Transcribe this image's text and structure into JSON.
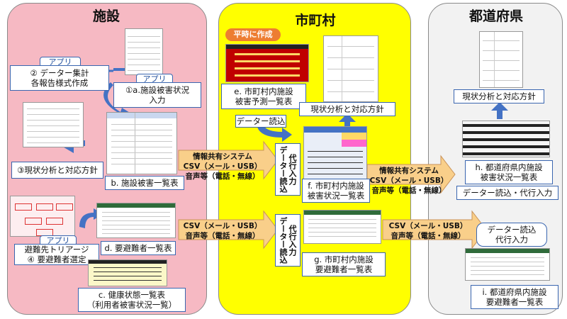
{
  "regions": {
    "facility": "施設",
    "municipality": "市町村",
    "prefecture": "都道府県"
  },
  "facility": {
    "app_tag_1": "アプリ",
    "app_tag_2": "アプリ",
    "app_tag_3": "アプリ",
    "data_aggregate": "② データー集計\n各報告様式作成",
    "damage_input": "①a.施設被害状況\n入力",
    "analysis": "③現状分析と対応方針",
    "damage_list": "b. 施設被害一覧表",
    "triage": "避難先トリアージ\n④ 要避難者選定",
    "evacuee_list": "d. 要避難者一覧表",
    "health_list": "c. 健康状態一覧表\n（利用者被害状況一覧）"
  },
  "municipality": {
    "peacetime_badge": "平時に作成",
    "prediction_list": "e. 市町村内施設\n被害予測一覧表",
    "data_read": "データー読込",
    "analysis": "現状分析と対応方針",
    "damage_summary": "f. 市町村内施設\n被害状況一覧表",
    "evacuee_summary": "g. 市町村内施設\n要避難者一覧表"
  },
  "prefecture": {
    "analysis": "現状分析と対応方針",
    "damage_summary": "h. 都道府県内施設\n被害状況一覧表",
    "read_input": "データー読込・代行入力",
    "read_input_2": "データー読込\n代行入力",
    "evacuee_summary": "i. 都道府県内施設\n要避難者一覧表"
  },
  "arrows": {
    "info_share_1": "情報共有システム\nCSV（メール・USB）\n音声等（電話・無線）",
    "csv_1": "CSV（メール・USB）\n音声等（電話・無線）",
    "info_share_2": "情報共有システム\nCSV（メール・USB）\n音声等（電話・無線）",
    "csv_2": "CSV（メール・USB）\n音声等（電話・無線）",
    "proxy_1": "代行入力\nデーター読込",
    "proxy_2": "代行入力\nデーター読込"
  },
  "colors": {
    "facility_bg": "#f6b9c3",
    "municipality_bg": "#ffff00",
    "prefecture_bg": "#f2f2f2",
    "arrow_orange": "#f9cf8a",
    "arrow_blue": "#4472c4",
    "box_border": "#3a66b0"
  }
}
